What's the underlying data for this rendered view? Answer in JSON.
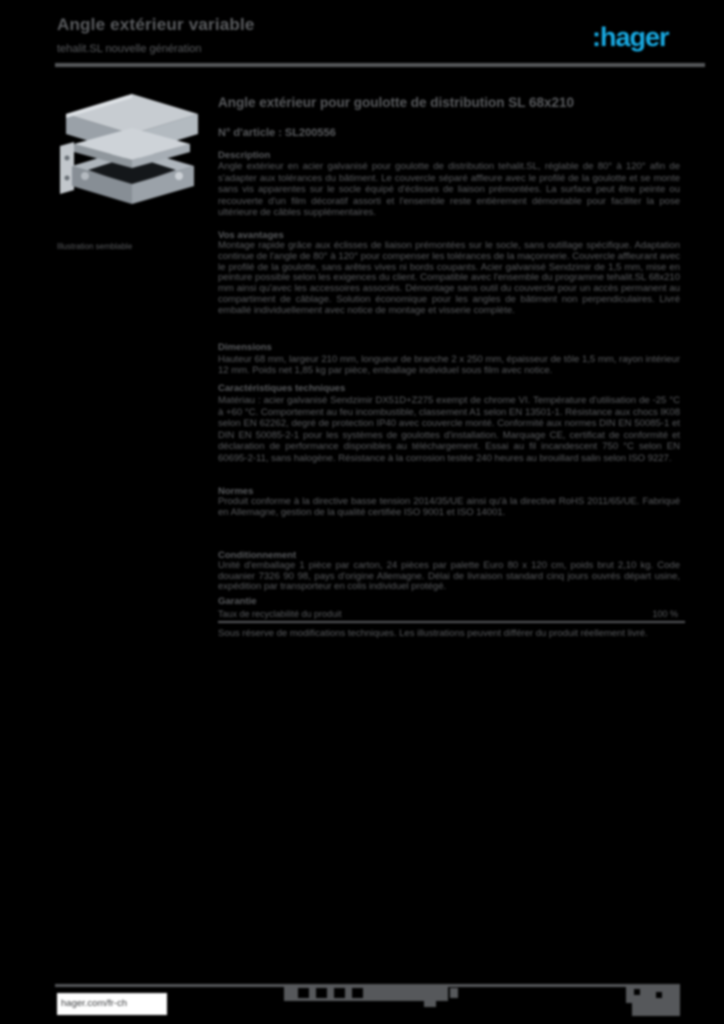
{
  "page": {
    "background": "#000000",
    "text_color": "#585a5d",
    "accent_blue": "#18a9e1"
  },
  "header": {
    "title": "Angle extérieur variable",
    "subtitle": "tehalit.SL nouvelle génération",
    "logo_text": ":hager"
  },
  "product": {
    "image_caption": "Illustration semblable",
    "title": "Angle extérieur pour goulotte de distribution SL 68x210",
    "reference": "N° d'article : SL200556"
  },
  "sections": {
    "description": {
      "heading": "Description",
      "body": "Angle extérieur en acier galvanisé pour goulotte de distribution tehalit.SL, réglable de 80° à 120° afin de s'adapter aux tolérances du bâtiment. Le couvercle séparé affleure avec le profilé de la goulotte et se monte sans vis apparentes sur le socle équipé d'éclisses de liaison prémontées. La surface peut être peinte ou recouverte d'un film décoratif assorti et l'ensemble reste entièrement démontable pour faciliter la pose ultérieure de câbles supplémentaires."
    },
    "advantages": {
      "heading": "Vos avantages",
      "body": "Montage rapide grâce aux éclisses de liaison prémontées sur le socle, sans outillage spécifique. Adaptation continue de l'angle de 80° à 120° pour compenser les tolérances de la maçonnerie. Couvercle affleurant avec le profilé de la goulotte, sans arêtes vives ni bords coupants. Acier galvanisé Sendzimir de 1,5 mm, mise en peinture possible selon les exigences du client. Compatible avec l'ensemble du programme tehalit.SL 68x210 mm ainsi qu'avec les accessoires associés. Démontage sans outil du couvercle pour un accès permanent au compartiment de câblage. Solution économique pour les angles de bâtiment non perpendiculaires. Livré emballé individuellement avec notice de montage et visserie complète."
    },
    "dimensions": {
      "heading": "Dimensions",
      "body": "Hauteur 68 mm, largeur 210 mm, longueur de branche 2 x 250 mm, épaisseur de tôle 1,5 mm, rayon intérieur 12 mm. Poids net 1,85 kg par pièce, emballage individuel sous film avec notice."
    },
    "technical": {
      "heading": "Caractéristiques techniques",
      "body": "Matériau : acier galvanisé Sendzimir DX51D+Z275 exempt de chrome VI. Température d'utilisation de -25 °C à +60 °C. Comportement au feu incombustible, classement A1 selon EN 13501-1. Résistance aux chocs IK08 selon EN 62262, degré de protection IP40 avec couvercle monté. Conformité aux normes DIN EN 50085-1 et DIN EN 50085-2-1 pour les systèmes de goulottes d'installation. Marquage CE, certificat de conformité et déclaration de performance disponibles au téléchargement. Essai au fil incandescent 750 °C selon EN 60695-2-11, sans halogène. Résistance à la corrosion testée 240 heures au brouillard salin selon ISO 9227."
    },
    "standards": {
      "heading": "Normes",
      "body": "Produit conforme à la directive basse tension 2014/35/UE ainsi qu'à la directive RoHS 2011/65/UE. Fabriqué en Allemagne, gestion de la qualité certifiée ISO 9001 et ISO 14001."
    },
    "packaging": {
      "heading": "Conditionnement",
      "body": "Unité d'emballage 1 pièce par carton, 24 pièces par palette Euro 80 x 120 cm, poids brut 2,10 kg. Code douanier 7326 90 98, pays d'origine Allemagne. Délai de livraison standard cinq jours ouvrés départ usine, expédition par transporteur en colis individuel protégé."
    },
    "warranty": {
      "heading": "Garantie"
    },
    "recyclability": {
      "label": "Taux de recyclabilité du produit",
      "value": "100 %"
    },
    "note": "Sous réserve de modifications techniques. Les illustrations peuvent différer du produit réellement livré."
  },
  "footer": {
    "website": "hager.com/fr-ch",
    "icons": [
      "certification-icon",
      "certification-icon",
      "certification-icon",
      "certification-icon"
    ]
  }
}
